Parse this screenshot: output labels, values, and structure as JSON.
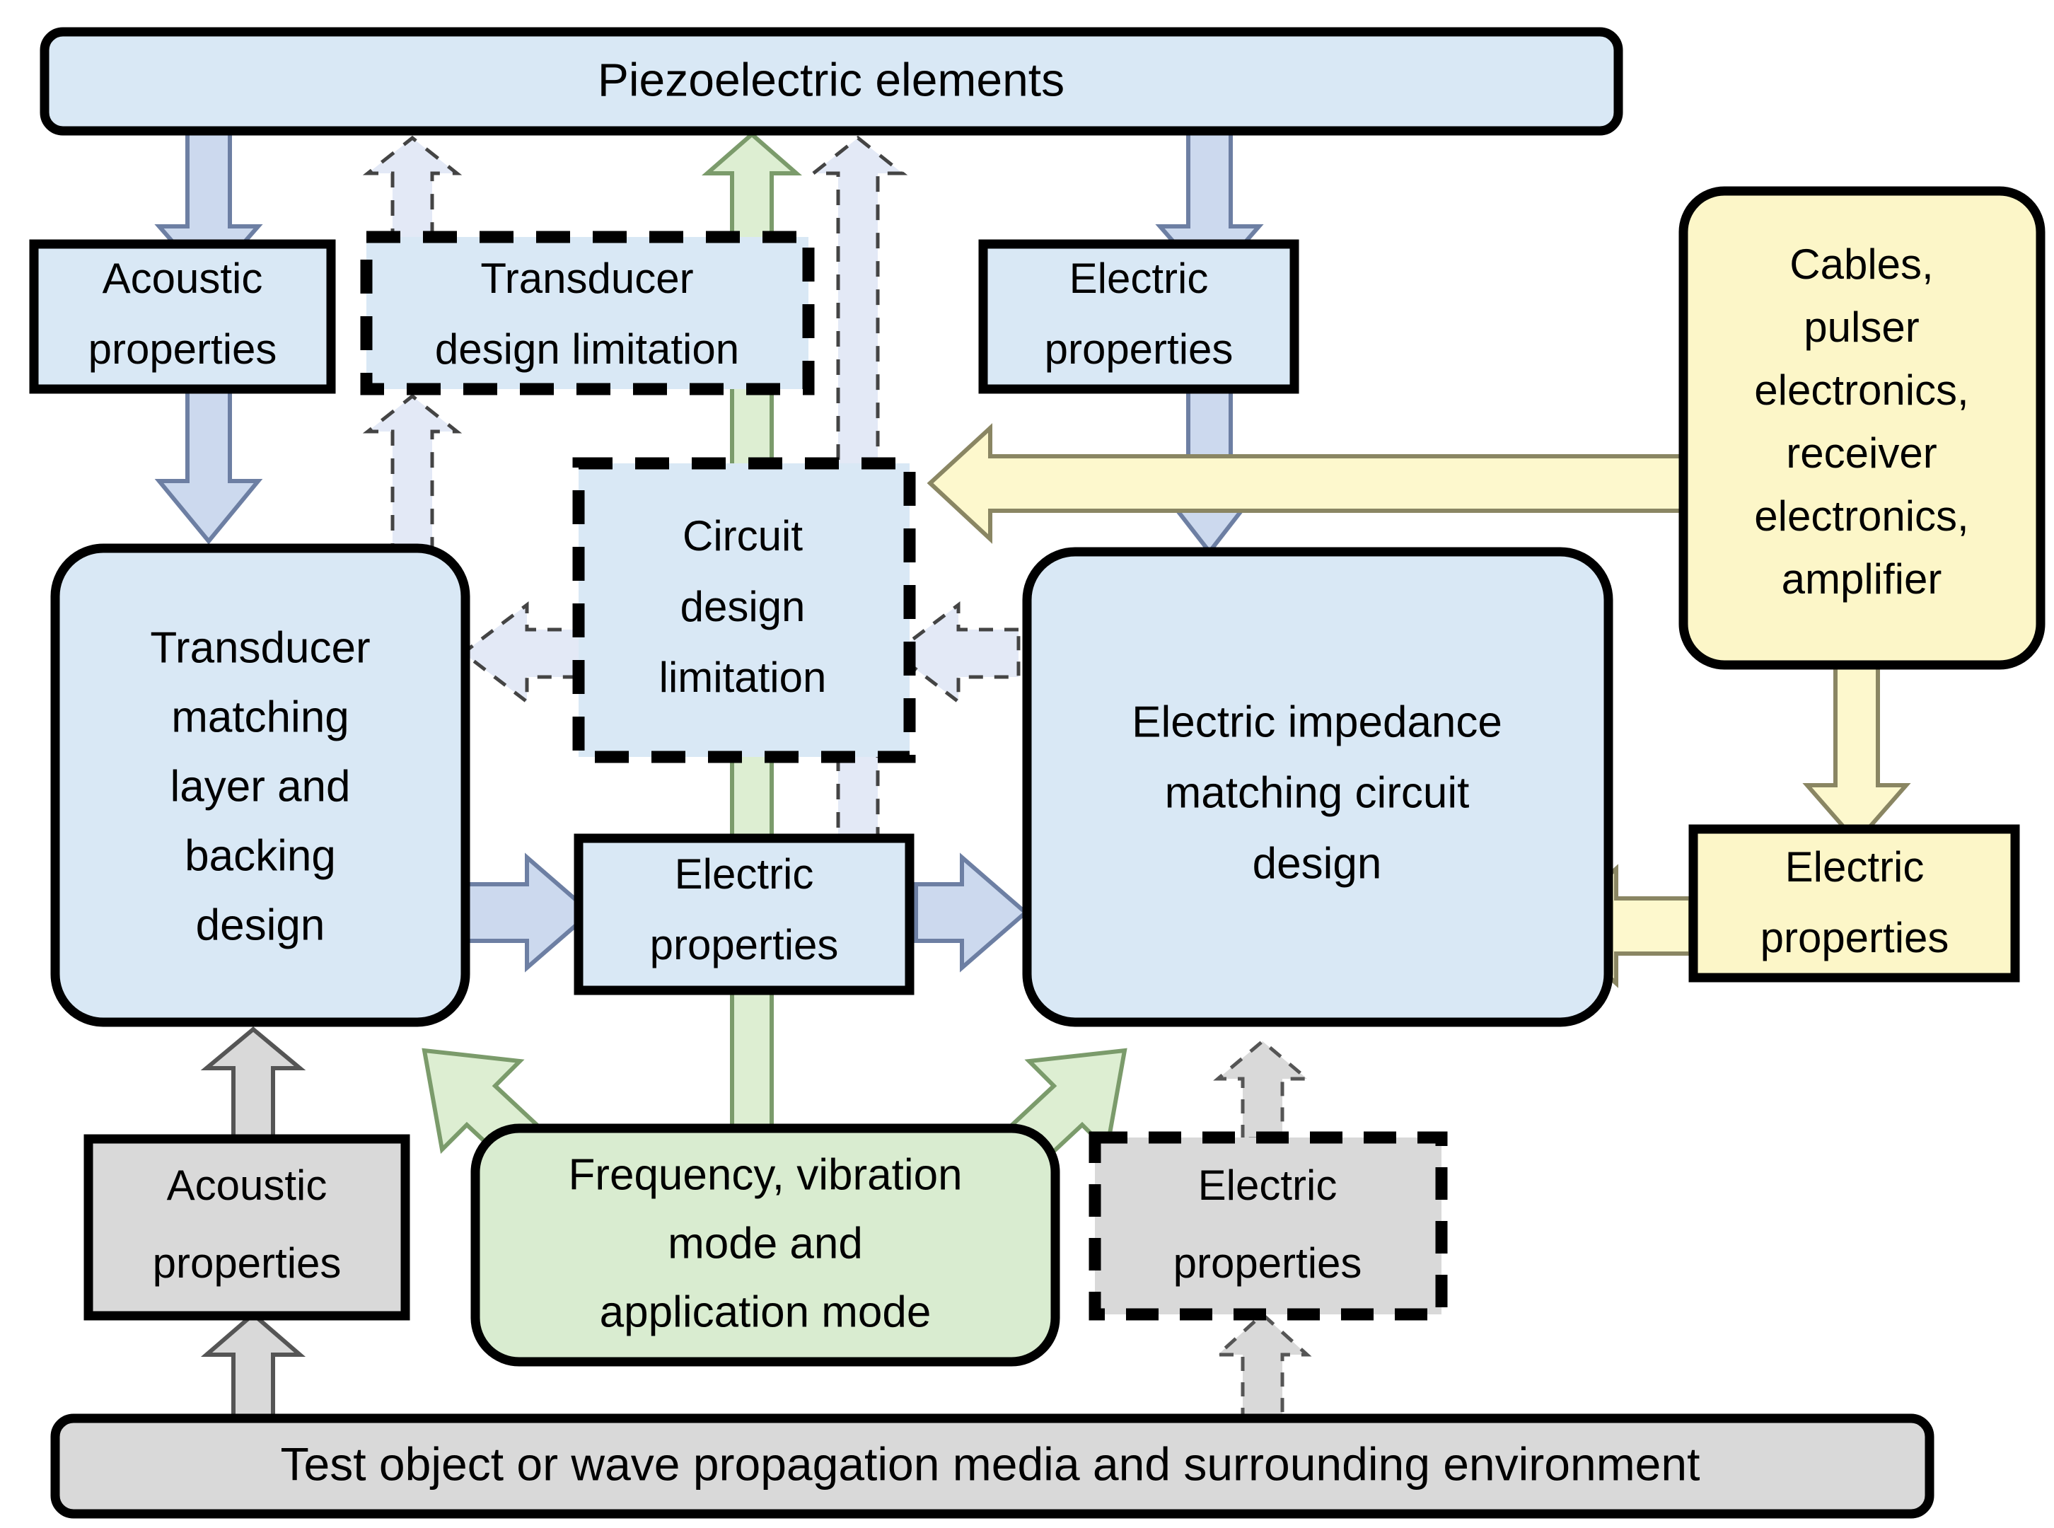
{
  "diagram": {
    "title": "Piezoelectric transducer and electric impedance matching design relationships",
    "colors": {
      "blue_fill": "#d9e8f5",
      "green_fill": "#d9ecd0",
      "yellow_fill": "#fcf6c8",
      "grey_fill": "#d9d9d9",
      "blue_arrow_fill": "#ccd9ee",
      "pale_blue_arrow_fill": "#e3e9f6",
      "green_arrow_fill": "#ddeed2",
      "yellow_arrow_fill": "#fdf8cd",
      "grey_arrow_fill": "#d9d9d9",
      "outline": "#000000",
      "arrow_outline_blue": "#6d7fa3",
      "arrow_outline_grey": "#808080",
      "arrow_outline_yellow": "#8a8663",
      "arrow_outline_green": "#7b9b6b"
    },
    "nodes": [
      {
        "id": "piezoelectric-elements",
        "label": "Piezoelectric elements",
        "shape": "rounded-rect",
        "fill": "blue",
        "border": "solid"
      },
      {
        "id": "acoustic-properties-top",
        "label": "Acoustic\nproperties",
        "shape": "rect",
        "fill": "blue",
        "border": "solid"
      },
      {
        "id": "transducer-design-limitation",
        "label": "Transducer\ndesign limitation",
        "shape": "rect",
        "fill": "blue",
        "border": "dashed"
      },
      {
        "id": "electric-properties-top",
        "label": "Electric\nproperties",
        "shape": "rect",
        "fill": "blue",
        "border": "solid"
      },
      {
        "id": "cables-pulser-electronics",
        "label": "Cables,\npulser\nelectronics,\nreceiver\nelectronics,\namplifier",
        "shape": "rounded-rect",
        "fill": "yellow",
        "border": "solid"
      },
      {
        "id": "circuit-design-limitation",
        "label": "Circuit\ndesign\nlimitation",
        "shape": "rect",
        "fill": "blue",
        "border": "dashed"
      },
      {
        "id": "transducer-matching-layer-backing-design",
        "label": "Transducer\nmatching\nlayer and\nbacking\ndesign",
        "shape": "rounded-rect",
        "fill": "blue",
        "border": "solid"
      },
      {
        "id": "electric-properties-middle",
        "label": "Electric\nproperties",
        "shape": "rect",
        "fill": "blue",
        "border": "solid"
      },
      {
        "id": "electric-impedance-matching-circuit-design",
        "label": "Electric impedance\nmatching circuit\ndesign",
        "shape": "rounded-rect",
        "fill": "blue",
        "border": "solid"
      },
      {
        "id": "electric-properties-right",
        "label": "Electric\nproperties",
        "shape": "rect",
        "fill": "yellow",
        "border": "solid"
      },
      {
        "id": "acoustic-properties-bottom",
        "label": "Acoustic\nproperties",
        "shape": "rect",
        "fill": "grey",
        "border": "solid"
      },
      {
        "id": "frequency-vibration-application-mode",
        "label": "Frequency, vibration\nmode and\napplication mode",
        "shape": "rounded-rect",
        "fill": "green",
        "border": "solid"
      },
      {
        "id": "electric-properties-bottom",
        "label": "Electric\nproperties",
        "shape": "rect",
        "fill": "grey",
        "border": "dashed"
      },
      {
        "id": "test-object-media-environment",
        "label": "Test object or wave propagation media and surrounding environment",
        "shape": "rounded-rect",
        "fill": "grey",
        "border": "solid"
      }
    ],
    "labels": {
      "piezoelectric_elements": "Piezoelectric elements",
      "acoustic_properties_top_line1": "Acoustic",
      "acoustic_properties_top_line2": "properties",
      "transducer_design_limitation_line1": "Transducer",
      "transducer_design_limitation_line2": "design limitation",
      "electric_properties_top_line1": "Electric",
      "electric_properties_top_line2": "properties",
      "cables_line1": "Cables,",
      "cables_line2": "pulser",
      "cables_line3": "electronics,",
      "cables_line4": "receiver",
      "cables_line5": "electronics,",
      "cables_line6": "amplifier",
      "circuit_design_limitation_line1": "Circuit",
      "circuit_design_limitation_line2": "design",
      "circuit_design_limitation_line3": "limitation",
      "transducer_matching_line1": "Transducer",
      "transducer_matching_line2": "matching",
      "transducer_matching_line3": "layer and",
      "transducer_matching_line4": "backing",
      "transducer_matching_line5": "design",
      "electric_properties_mid_line1": "Electric",
      "electric_properties_mid_line2": "properties",
      "electric_impedance_line1": "Electric impedance",
      "electric_impedance_line2": "matching circuit",
      "electric_impedance_line3": "design",
      "electric_properties_right_line1": "Electric",
      "electric_properties_right_line2": "properties",
      "acoustic_properties_bottom_line1": "Acoustic",
      "acoustic_properties_bottom_line2": "properties",
      "frequency_line1": "Frequency, vibration",
      "frequency_line2": "mode and",
      "frequency_line3": "application mode",
      "electric_properties_bottom_line1": "Electric",
      "electric_properties_bottom_line2": "properties",
      "test_object": "Test object or wave propagation media and surrounding environment"
    },
    "edges": [
      {
        "from": "piezoelectric-elements",
        "to": "acoustic-properties-top",
        "style": "solid",
        "color": "blue",
        "direction": "down"
      },
      {
        "from": "acoustic-properties-top",
        "to": "transducer-matching-layer-backing-design",
        "style": "solid",
        "color": "blue",
        "direction": "down"
      },
      {
        "from": "transducer-design-limitation",
        "to": "piezoelectric-elements",
        "style": "dashed",
        "color": "pale-blue",
        "direction": "up"
      },
      {
        "from": "transducer-matching-layer-backing-design",
        "to": "transducer-design-limitation",
        "style": "dashed",
        "color": "pale-blue",
        "direction": "up"
      },
      {
        "from": "frequency-vibration-application-mode",
        "to": "piezoelectric-elements",
        "style": "solid",
        "color": "green",
        "direction": "up"
      },
      {
        "from": "electric-impedance-matching-circuit-design",
        "to": "piezoelectric-elements",
        "style": "dashed",
        "color": "pale-blue",
        "direction": "up"
      },
      {
        "from": "piezoelectric-elements",
        "to": "electric-properties-top",
        "style": "solid",
        "color": "blue",
        "direction": "down"
      },
      {
        "from": "electric-properties-top",
        "to": "electric-impedance-matching-circuit-design",
        "style": "solid",
        "color": "blue",
        "direction": "down"
      },
      {
        "from": "cables-pulser-electronics",
        "to": "circuit-design-limitation",
        "style": "solid",
        "color": "yellow",
        "direction": "left"
      },
      {
        "from": "cables-pulser-electronics",
        "to": "electric-properties-right",
        "style": "solid",
        "color": "yellow",
        "direction": "down"
      },
      {
        "from": "electric-properties-right",
        "to": "electric-impedance-matching-circuit-design",
        "style": "solid",
        "color": "yellow",
        "direction": "left"
      },
      {
        "from": "circuit-design-limitation",
        "to": "transducer-matching-layer-backing-design",
        "style": "dashed",
        "color": "pale-blue",
        "direction": "left"
      },
      {
        "from": "electric-impedance-matching-circuit-design",
        "to": "circuit-design-limitation",
        "style": "dashed",
        "color": "pale-blue",
        "direction": "left"
      },
      {
        "from": "transducer-matching-layer-backing-design",
        "to": "electric-properties-middle",
        "style": "solid",
        "color": "blue",
        "direction": "right"
      },
      {
        "from": "electric-properties-middle",
        "to": "electric-impedance-matching-circuit-design",
        "style": "solid",
        "color": "blue",
        "direction": "right"
      },
      {
        "from": "frequency-vibration-application-mode",
        "to": "circuit-design-limitation",
        "style": "solid",
        "color": "green",
        "direction": "up"
      },
      {
        "from": "frequency-vibration-application-mode",
        "to": "transducer-matching-layer-backing-design",
        "style": "solid",
        "color": "green",
        "direction": "up-left"
      },
      {
        "from": "frequency-vibration-application-mode",
        "to": "electric-impedance-matching-circuit-design",
        "style": "solid",
        "color": "green",
        "direction": "up-right"
      },
      {
        "from": "acoustic-properties-bottom",
        "to": "transducer-matching-layer-backing-design",
        "style": "solid",
        "color": "grey",
        "direction": "up"
      },
      {
        "from": "test-object-media-environment",
        "to": "acoustic-properties-bottom",
        "style": "solid",
        "color": "grey",
        "direction": "up"
      },
      {
        "from": "electric-properties-bottom",
        "to": "electric-impedance-matching-circuit-design",
        "style": "dashed",
        "color": "grey",
        "direction": "up"
      },
      {
        "from": "test-object-media-environment",
        "to": "electric-properties-bottom",
        "style": "dashed",
        "color": "grey",
        "direction": "up"
      }
    ]
  }
}
